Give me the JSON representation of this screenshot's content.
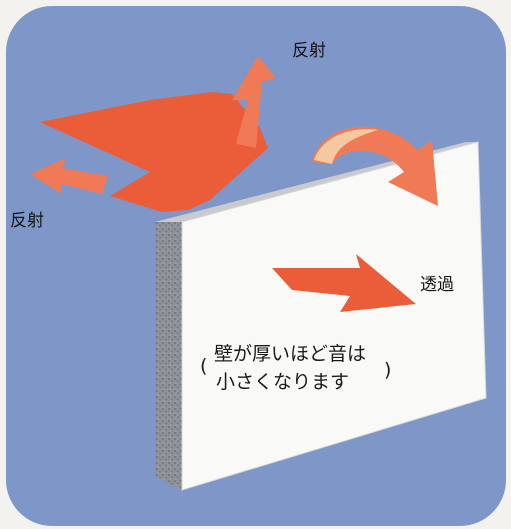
{
  "labels": {
    "reflect_top": "反射",
    "reflect_left": "反射",
    "transmit": "透過"
  },
  "note": {
    "line1": "壁が厚いほど音は",
    "line2": "小さくなります"
  },
  "colors": {
    "background": "#7f97c8",
    "arrow_main": "#ea5d38",
    "arrow_light": "#f07a55",
    "arrow_pale": "#f6c8a0",
    "wall_face": "#f9f9f8",
    "wall_edge": "#8a8d94"
  }
}
